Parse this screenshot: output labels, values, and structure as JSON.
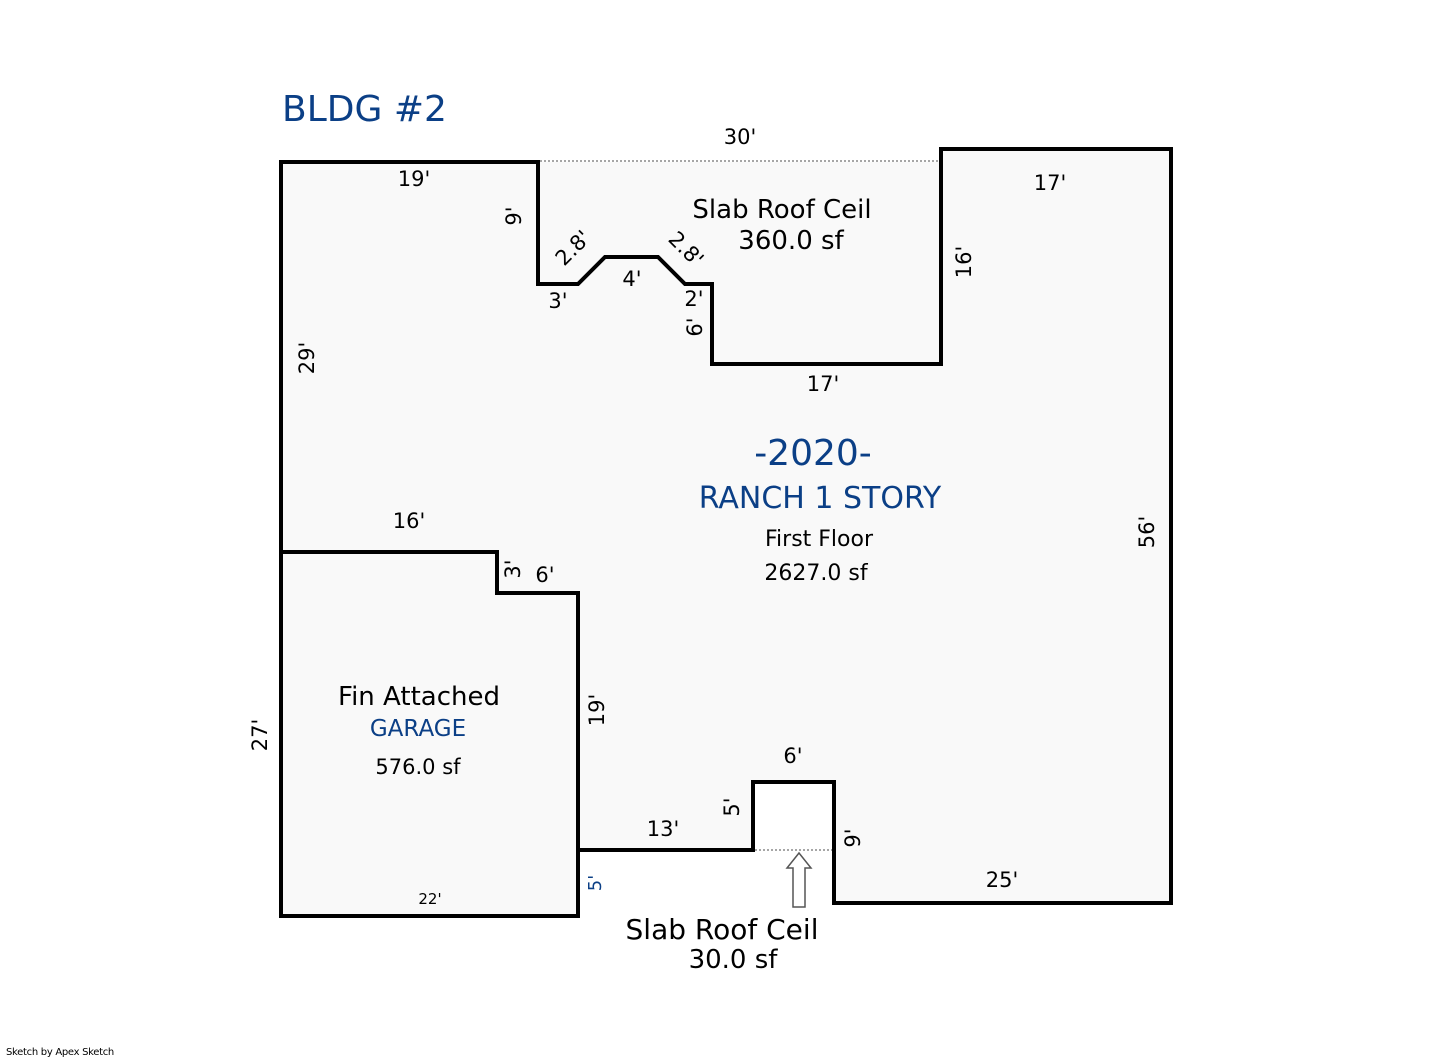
{
  "title": "BLDG #2",
  "colors": {
    "accent_blue": "#0b3f86",
    "wall": "#000000",
    "area_fill": "#f9f9f9"
  },
  "main_area": {
    "year": "-2020-",
    "style": "RANCH 1 STORY",
    "floor": "First Floor",
    "area": "2627.0 sf"
  },
  "slab_roof_top": {
    "name": "Slab Roof Ceil",
    "area": "360.0 sf"
  },
  "garage": {
    "name": "Fin Attached",
    "type": "GARAGE",
    "area": "576.0 sf"
  },
  "slab_roof_bottom": {
    "name": "Slab Roof Ceil",
    "area": "30.0 sf"
  },
  "dimensions": {
    "top_span": "30'",
    "top_left": "19'",
    "top_right": "17'",
    "left_upper": "29'",
    "notch_left_drop": "9'",
    "notch_3": "3'",
    "notch_diag_left": "2.8'",
    "notch_4": "4'",
    "notch_diag_right": "2.8'",
    "notch_2": "2'",
    "notch_right_drop": "6'",
    "inner_bottom": "17'",
    "inner_right": "16'",
    "right": "56'",
    "garage_top": "16'",
    "garage_step": "3'",
    "garage_step_h": "6'",
    "garage_right": "19'",
    "garage_left": "27'",
    "garage_bottom": "22'",
    "garage_right_lower": "5'",
    "bottom_13": "13'",
    "bump_left": "5'",
    "bump_top": "6'",
    "bump_right": "9'",
    "bottom_right": "25'"
  },
  "footer": "Sketch by Apex Sketch"
}
